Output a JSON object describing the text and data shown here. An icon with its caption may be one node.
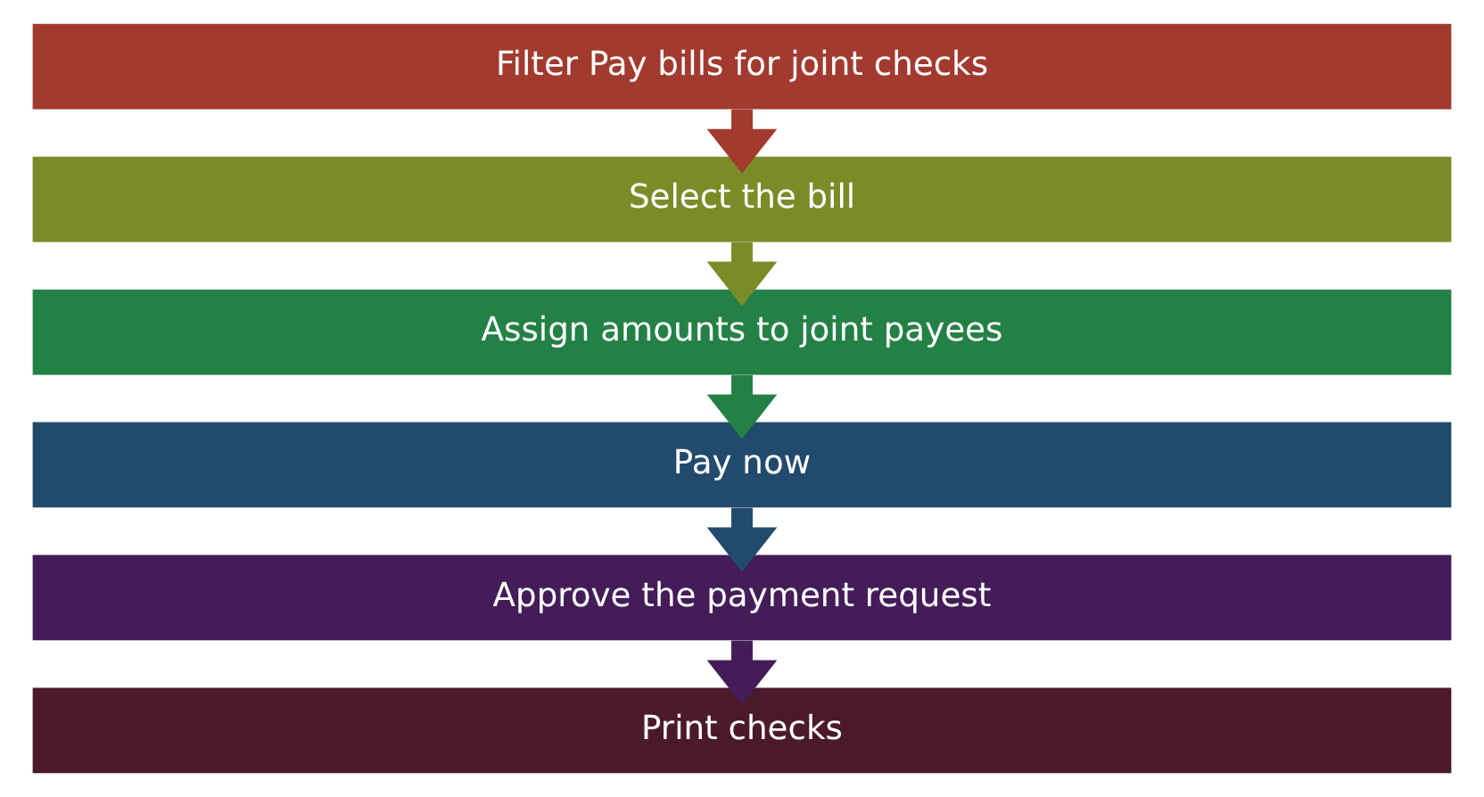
{
  "diagram": {
    "nodes": [
      {
        "text": [
          "Filter Pay bills for joint checks"
        ]
      },
      {
        "text": [
          "Select the bill"
        ]
      },
      {
        "text": [
          "Assign amounts to joint payees"
        ]
      },
      {
        "text": [
          "Pay now"
        ]
      },
      {
        "text": [
          "Approve the payment request"
        ]
      },
      {
        "text": [
          "Print checks"
        ]
      }
    ],
    "edges": [
      {
        "from": 0,
        "to": 1,
        "arrow": "to",
        "color": "#a23a2f"
      },
      {
        "from": 1,
        "to": 2,
        "arrow": "to",
        "color": "#7a8c28"
      },
      {
        "from": 2,
        "to": 3,
        "arrow": "to",
        "color": "#248146"
      },
      {
        "from": 3,
        "to": 4,
        "arrow": "to",
        "color": "#224a6c"
      },
      {
        "from": 4,
        "to": 5,
        "arrow": "to",
        "color": "#441c58"
      }
    ]
  }
}
